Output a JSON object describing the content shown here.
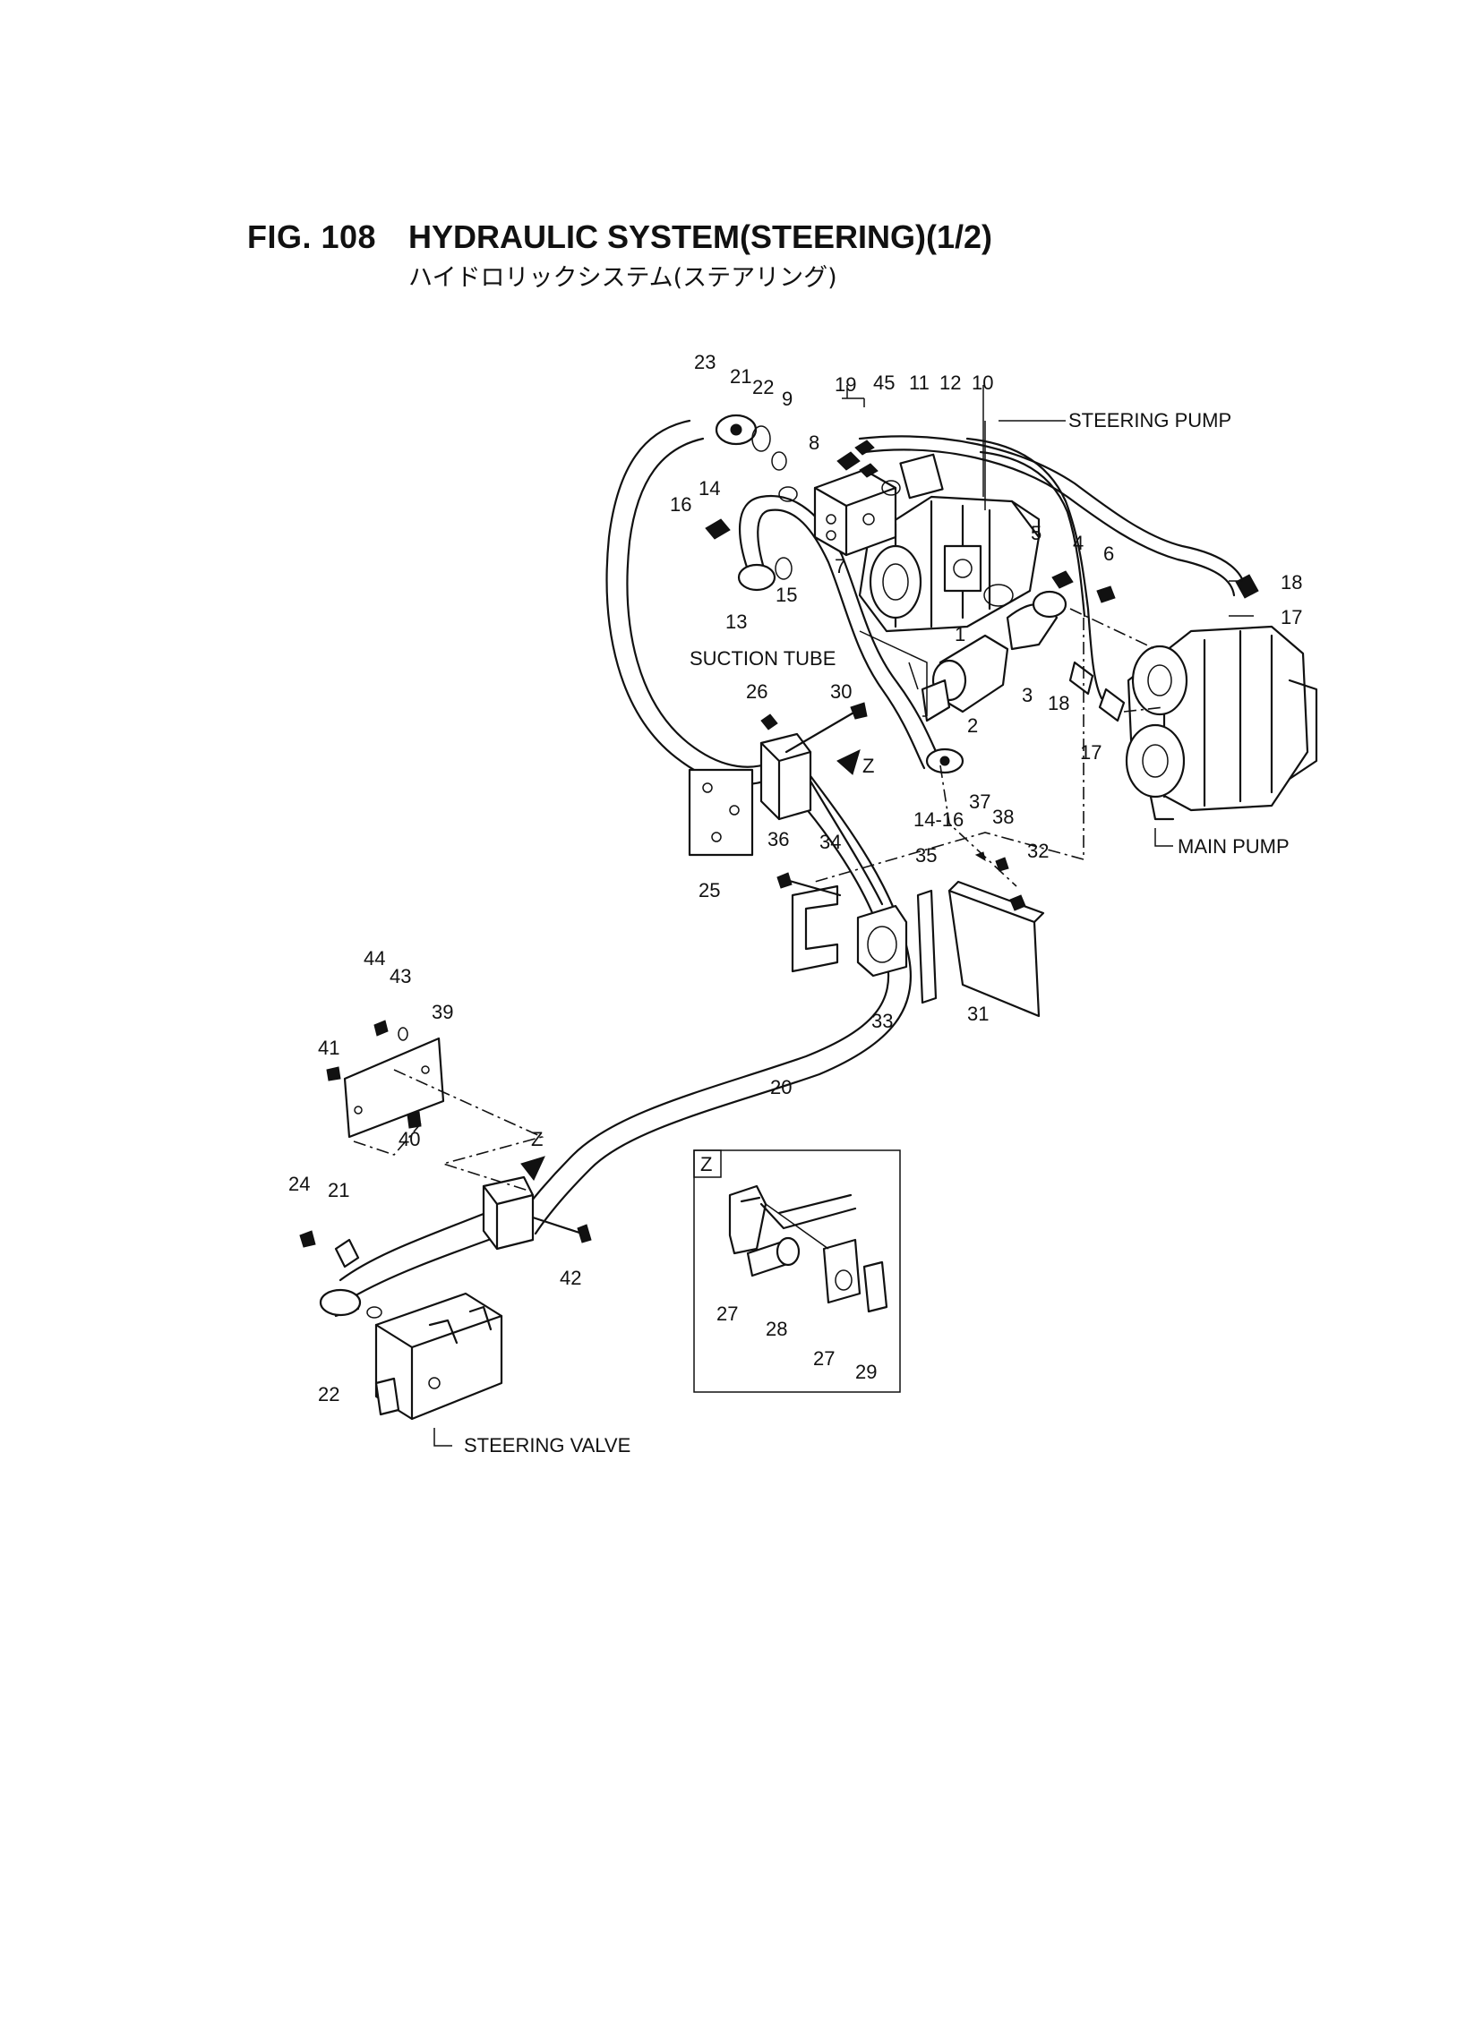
{
  "figure": {
    "number": "FIG. 108",
    "title": "HYDRAULIC SYSTEM(STEERING)(1/2)",
    "subtitle": "ハイドロリックシステム(ステアリング)"
  },
  "callouts": {
    "steering_pump": "STEERING PUMP",
    "suction_tube": "SUCTION TUBE",
    "main_pump": "MAIN PUMP",
    "steering_valve": "STEERING VALVE",
    "view_z": "Z"
  },
  "part_numbers": [
    "1",
    "2",
    "3",
    "4",
    "5",
    "6",
    "7",
    "8",
    "9",
    "10",
    "11",
    "12",
    "13",
    "14",
    "14-16",
    "15",
    "16",
    "17",
    "17",
    "18",
    "18",
    "19",
    "20",
    "21",
    "21",
    "22",
    "22",
    "23",
    "24",
    "25",
    "26",
    "27",
    "27",
    "28",
    "29",
    "30",
    "31",
    "32",
    "33",
    "34",
    "35",
    "36",
    "37",
    "38",
    "39",
    "40",
    "41",
    "42",
    "43",
    "44",
    "45"
  ],
  "detail_view": {
    "label": "Z"
  },
  "colors": {
    "ink": "#111111",
    "paper": "#ffffff"
  }
}
